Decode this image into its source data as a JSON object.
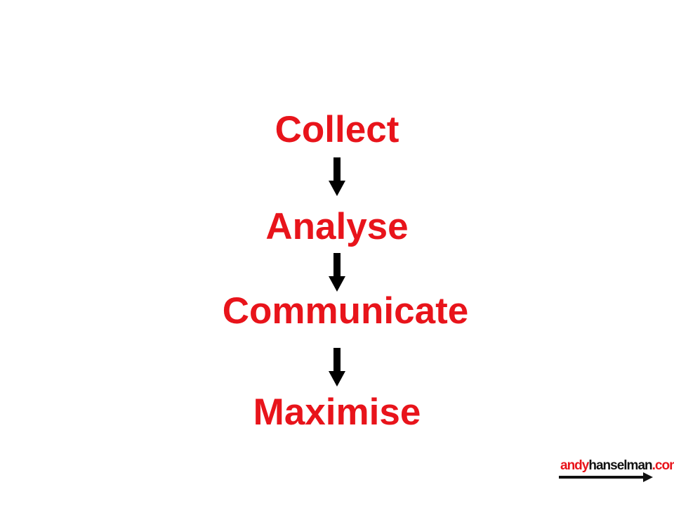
{
  "diagram": {
    "steps": [
      "Collect",
      "Analyse",
      "Communicate",
      "Maximise"
    ],
    "text_color": "#e8141b",
    "arrow_color": "#000000"
  },
  "logo": {
    "part_1": "andy",
    "part_2": "hanselman",
    "part_3": ".com",
    "accent_color": "#e8141b",
    "dark_color": "#111111"
  }
}
